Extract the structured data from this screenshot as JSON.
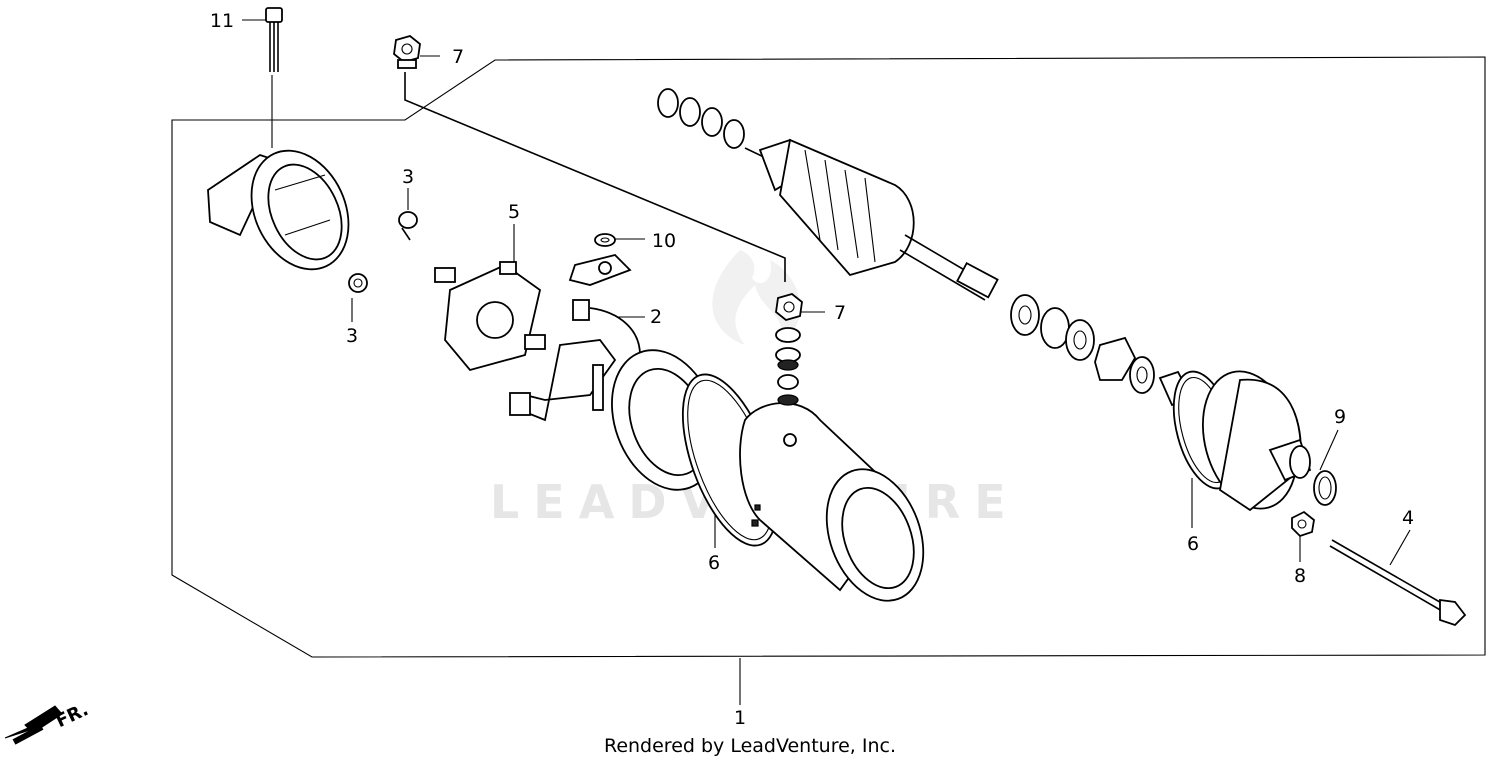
{
  "watermark": "LEADVENTURE",
  "direction_label": "FR.",
  "credit": "Rendered by LeadVenture, Inc.",
  "callouts": {
    "c1": "1",
    "c2": "2",
    "c3a": "3",
    "c3b": "3",
    "c4": "4",
    "c5": "5",
    "c6a": "6",
    "c6b": "6",
    "c7a": "7",
    "c7b": "7",
    "c8": "8",
    "c9": "9",
    "c10": "10",
    "c11": "11"
  },
  "icons": {
    "direction_arrow": "arrow-down-left-icon"
  }
}
